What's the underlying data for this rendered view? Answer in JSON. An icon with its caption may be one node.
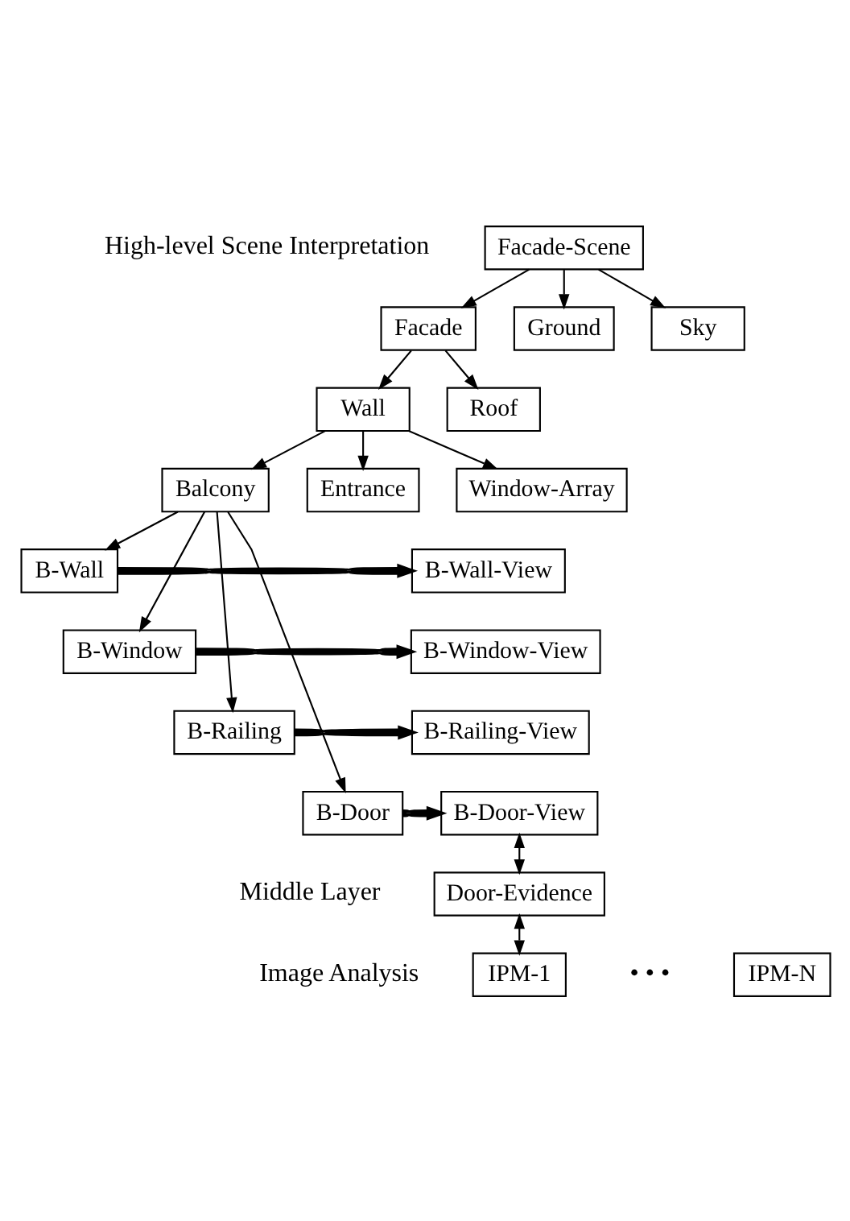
{
  "diagram": {
    "nodes": [
      {
        "text": [
          "Facade-Scene"
        ]
      },
      {
        "text": [
          "Facade"
        ]
      },
      {
        "text": [
          "Ground"
        ]
      },
      {
        "text": [
          "Sky"
        ]
      },
      {
        "text": [
          "Wall"
        ]
      },
      {
        "text": [
          "Roof"
        ]
      },
      {
        "text": [
          "Balcony"
        ]
      },
      {
        "text": [
          "Entrance"
        ]
      },
      {
        "text": [
          "Window-Array"
        ]
      },
      {
        "text": [
          "B-Wall"
        ]
      },
      {
        "text": [
          "B-Wall-View"
        ]
      },
      {
        "text": [
          "B-Window"
        ]
      },
      {
        "text": [
          "B-Window-View"
        ]
      },
      {
        "text": [
          "B-Railing"
        ]
      },
      {
        "text": [
          "B-Railing-View"
        ]
      },
      {
        "text": [
          "B-Door"
        ]
      },
      {
        "text": [
          "B-Door-View"
        ]
      },
      {
        "text": [
          "Door-Evidence"
        ]
      },
      {
        "text": [
          "IPM-1"
        ]
      },
      {
        "text": [
          "IPM-N"
        ]
      }
    ],
    "edges": [
      {
        "from": 0,
        "to": 1,
        "arrow": "to"
      },
      {
        "from": 0,
        "to": 2,
        "arrow": "to"
      },
      {
        "from": 0,
        "to": 3,
        "arrow": "to"
      },
      {
        "from": 1,
        "to": 4,
        "arrow": "to"
      },
      {
        "from": 1,
        "to": 5,
        "arrow": "to"
      },
      {
        "from": 4,
        "to": 6,
        "arrow": "to"
      },
      {
        "from": 4,
        "to": 7,
        "arrow": "to"
      },
      {
        "from": 4,
        "to": 8,
        "arrow": "to"
      },
      {
        "from": 6,
        "to": 9,
        "arrow": "to"
      },
      {
        "from": 6,
        "to": 11,
        "arrow": "to"
      },
      {
        "from": 6,
        "to": 13,
        "arrow": "to"
      },
      {
        "from": 6,
        "to": 15,
        "arrow": "to"
      },
      {
        "from": 9,
        "to": 10,
        "arrow": "to",
        "style": "thick"
      },
      {
        "from": 11,
        "to": 12,
        "arrow": "to",
        "style": "thick"
      },
      {
        "from": 13,
        "to": 14,
        "arrow": "to",
        "style": "thick"
      },
      {
        "from": 15,
        "to": 16,
        "arrow": "to",
        "style": "thick"
      },
      {
        "from": 16,
        "to": 17,
        "arrow": "both"
      },
      {
        "from": 17,
        "to": 18,
        "arrow": "both"
      }
    ],
    "labels": [
      "High-level Scene Interpretation",
      "Middle Layer",
      "Image Analysis",
      "• • •"
    ]
  }
}
